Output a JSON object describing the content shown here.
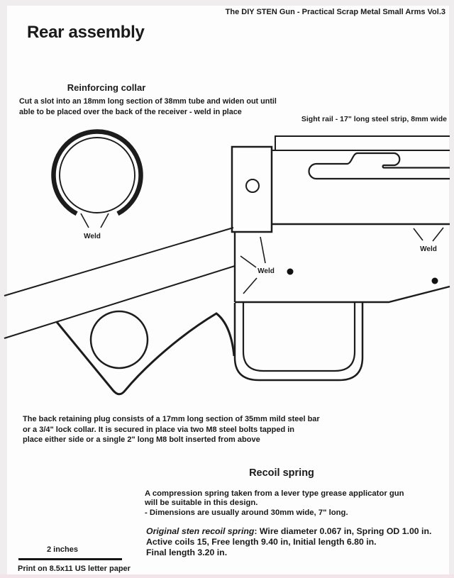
{
  "page": {
    "header": "The DIY STEN Gun - Practical Scrap Metal Small Arms Vol.3",
    "title": "Rear assembly"
  },
  "reinforcing_collar": {
    "heading": "Reinforcing collar",
    "note": "Cut a slot into an 18mm long section of 38mm tube and widen out until\nable to be placed over the back of the receiver - weld in place"
  },
  "sight_rail_note": "Sight rail - 17\" long steel strip, 8mm wide",
  "diagram": {
    "weld_label_collar": "Weld",
    "weld_label_center": "Weld",
    "weld_label_right": "Weld"
  },
  "retaining_plug_note": "The back retaining plug consists of a 17mm long section of 35mm mild steel bar\nor a 3/4\" lock collar. It is secured in place via two M8 steel bolts tapped in\nplace either side or a single 2\" long M8 bolt inserted from above",
  "recoil_spring": {
    "heading": "Recoil spring",
    "body": "A compression spring taken from a lever type grease applicator gun\nwill be suitable in this design.\n- Dimensions are usually around 30mm wide, 7\" long.",
    "original_label": "Original sten recoil spring",
    "original_rest": ": Wire diameter 0.067 in, Spring OD 1.00 in.",
    "original_line2": "Active coils 15, Free length 9.40 in, Initial length 6.80 in.",
    "original_line3": "Final length 3.20 in."
  },
  "scale": {
    "label": "2 inches",
    "print_note": "Print on 8.5x11 US letter paper"
  },
  "colors": {
    "page_bg": "#fdfdfd",
    "margin_bg": "#efedee",
    "line": "#1c1c1c",
    "text": "#1a1a1a"
  }
}
